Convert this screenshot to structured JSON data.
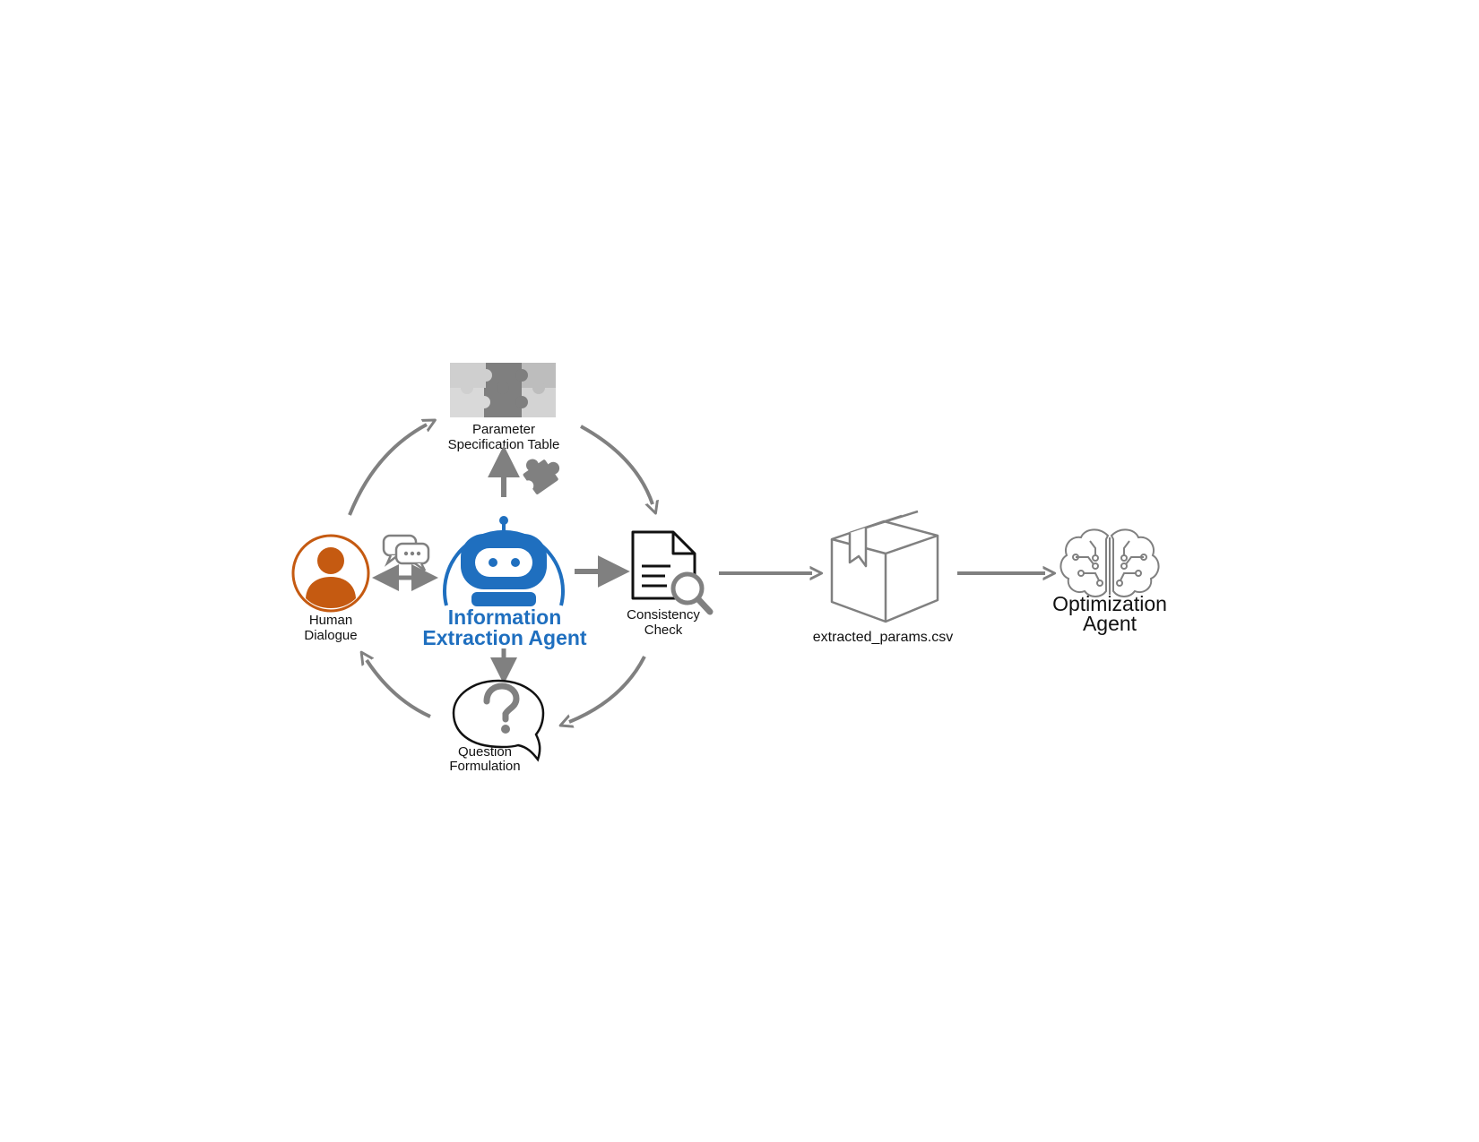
{
  "nodes": {
    "parameter_table": {
      "line1": "Parameter",
      "line2": "Specification Table"
    },
    "human": {
      "line1": "Human",
      "line2": "Dialogue"
    },
    "agent": {
      "line1": "Information",
      "line2": "Extraction Agent"
    },
    "consistency": {
      "line1": "Consistency",
      "line2": "Check"
    },
    "question": {
      "line1": "Question",
      "line2": "Formulation"
    },
    "output_file": {
      "label": "extracted_params.csv"
    },
    "optimization": {
      "line1": "Optimization",
      "line2": "Agent"
    }
  },
  "colors": {
    "arrow": "#808080",
    "human": "#c55a11",
    "agent": "#1f6fbf",
    "puzzle_light": "#cfcfcf",
    "puzzle_dark": "#7f7f7f"
  },
  "icons": [
    "puzzle-icon",
    "user-icon",
    "chat-bubbles-icon",
    "robot-icon",
    "document-search-icon",
    "question-bubble-icon",
    "box-icon",
    "brain-circuit-icon"
  ]
}
